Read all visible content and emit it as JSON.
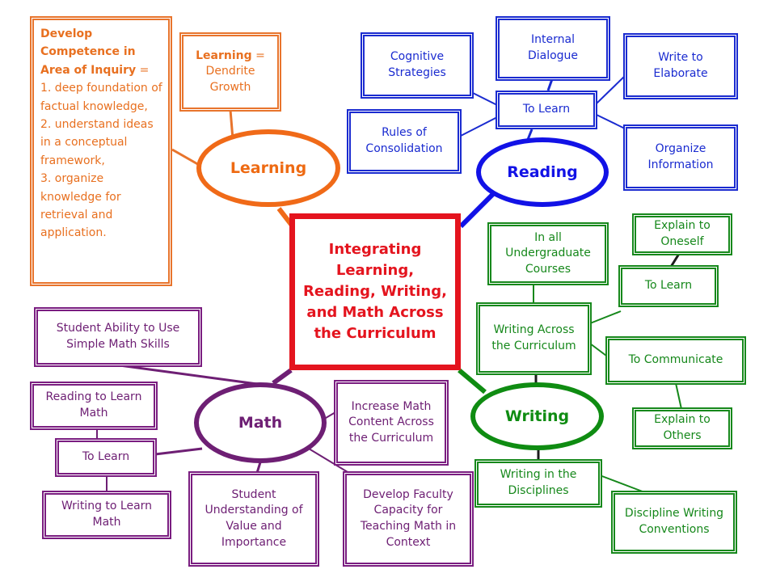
{
  "center": {
    "title": "Integrating Learning, Reading, Writing, and Math Across the Curriculum"
  },
  "learning": {
    "label": "Learning",
    "definition_bold": "Learning",
    "definition_rest": " = Dendrite Growth",
    "competence_title": "Develop Competence in Area of Inquiry",
    "competence_eq": " =",
    "competence_items": [
      "1. deep foundation of factual knowledge,",
      "2. understand ideas in a conceptual framework,",
      "3. organize knowledge for retrieval and application."
    ]
  },
  "reading": {
    "label": "Reading",
    "hub": "To Learn",
    "internal_dialogue": "Internal Dialogue",
    "cognitive_strategies": "Cognitive Strategies",
    "write_to_elaborate": "Write to Elaborate",
    "rules_of_consolidation": "Rules of Consolidation",
    "organize_information": "Organize Information"
  },
  "writing": {
    "label": "Writing",
    "all_courses": "In all Undergraduate Courses",
    "wac": "Writing Across the Curriculum",
    "to_learn": "To Learn",
    "explain_oneself": "Explain to Oneself",
    "to_communicate": "To Communicate",
    "explain_others": "Explain to Others",
    "wid": "Writing in the Disciplines",
    "conventions": "Discipline Writing Conventions"
  },
  "math": {
    "label": "Math",
    "ability": "Student Ability to Use Simple Math Skills",
    "reading_to_learn": "Reading to Learn Math",
    "to_learn": "To Learn",
    "writing_to_learn": "Writing to Learn Math",
    "understanding": "Student Understanding of Value and Importance",
    "increase_content": "Increase Math Content Across the Curriculum",
    "faculty": "Develop Faculty Capacity for Teaching Math in Context"
  }
}
